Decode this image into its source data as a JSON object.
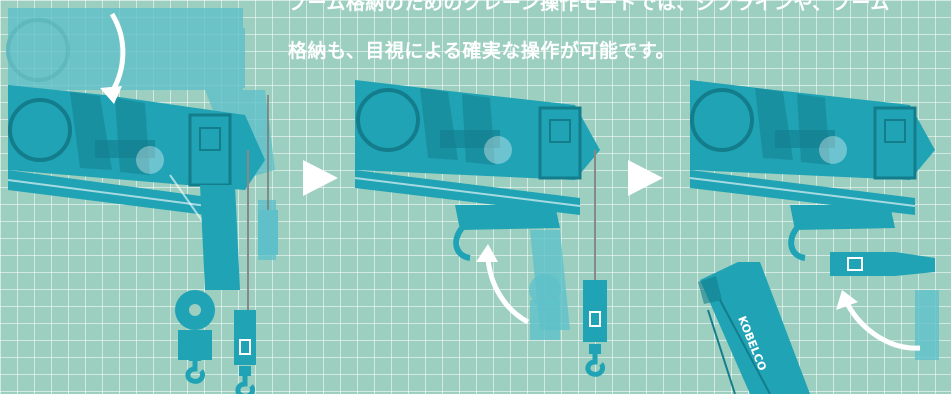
{
  "caption": {
    "line1": "ブーム格納のためのクレーン操作モードでは、ジブラインや、ブーム",
    "line2": "格納も、目視による確実な操作が可能です。"
  },
  "brand": "KOBELCO",
  "colors": {
    "background": "#9ccfbf",
    "grid": "#ffffff",
    "crane": "#1fa3b5",
    "crane_dark": "#137d8c",
    "ghost": "#5fc0c9",
    "arrow": "#ffffff",
    "caption": "#ffffff"
  },
  "icons": [
    "step-arrow-icon",
    "rotation-arrow-icon"
  ]
}
